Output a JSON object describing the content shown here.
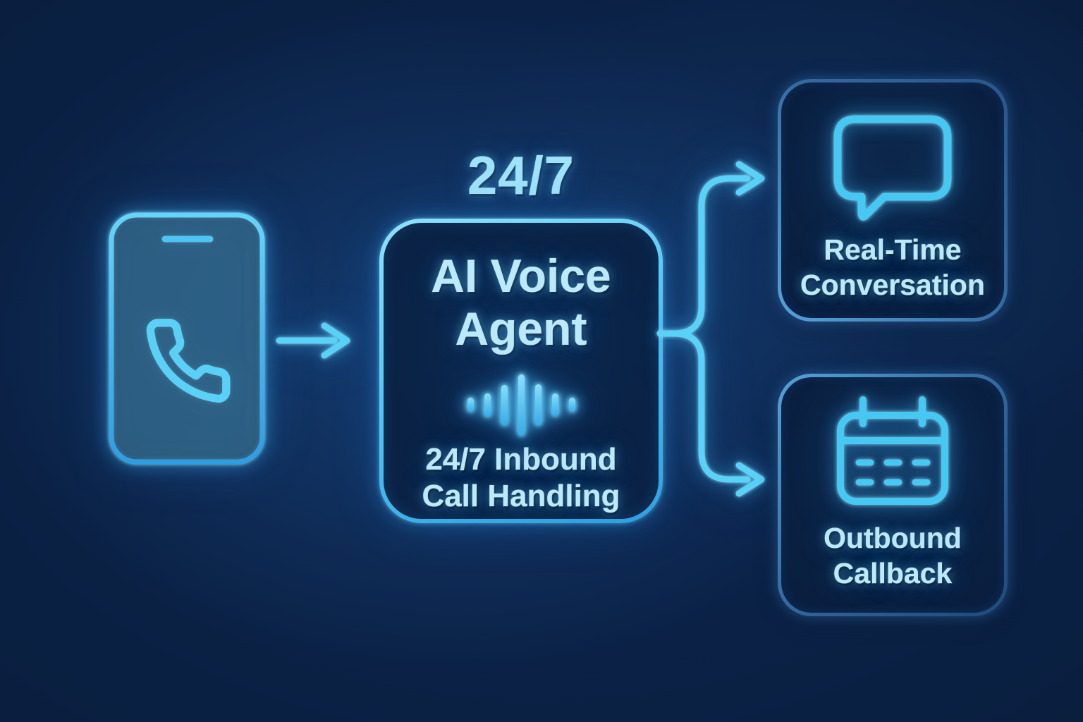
{
  "diagram": {
    "badge": {
      "label": "24/7"
    },
    "phone": {
      "icon": "smartphone-with-phone-handset"
    },
    "agent_box": {
      "title_line1": "AI Voice",
      "title_line2": "Agent",
      "subtitle_line1": "24/7 Inbound",
      "subtitle_line2": "Call Handling",
      "icon": "voice-waveform",
      "waveform_heights": [
        20,
        33,
        57,
        87,
        58,
        32,
        20
      ]
    },
    "branches": [
      {
        "icon": "speech-bubble",
        "label_line1": "Real-Time",
        "label_line2": "Conversation"
      },
      {
        "icon": "calendar",
        "label_line1": "Outbound",
        "label_line2": "Callback"
      }
    ],
    "colors": {
      "background": "#081933",
      "neon": "#5ad2f7",
      "neon_soft": "#bceafb",
      "dim_border": "#3a78b3"
    }
  }
}
